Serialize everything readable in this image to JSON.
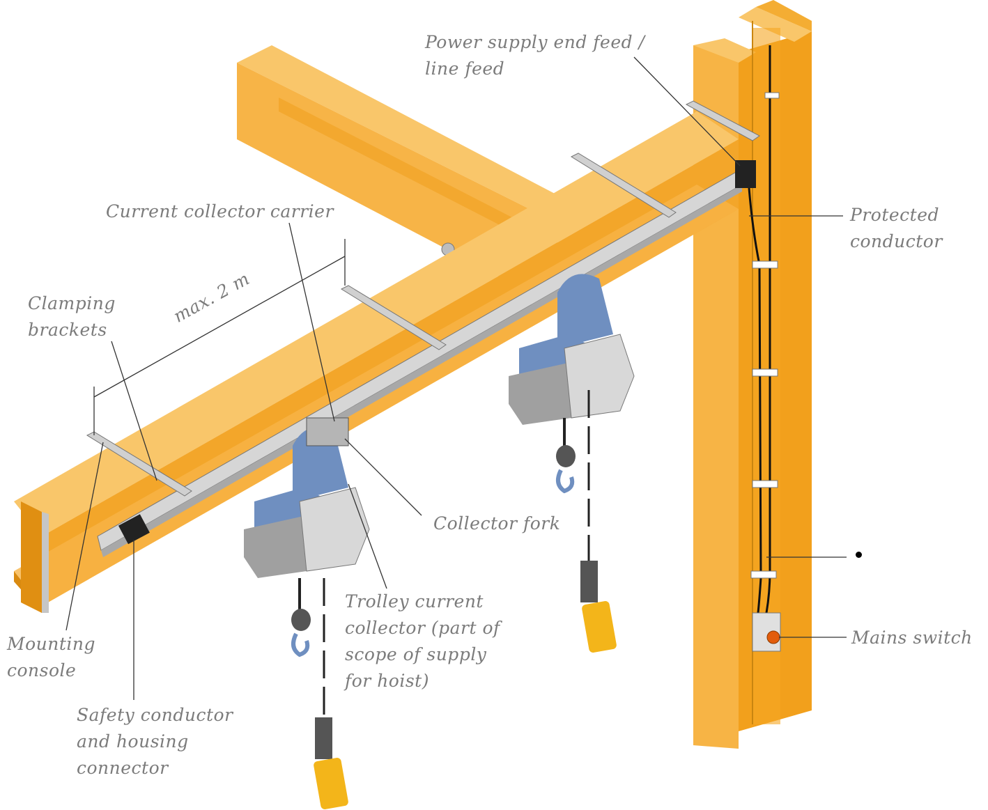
{
  "labels": {
    "power_supply": "Power supply end feed /\nline feed",
    "current_collector_carrier": "Current collector carrier",
    "protected_conductor": "Protected\nconductor",
    "clamping_brackets": "Clamping\nbrackets",
    "max_distance": "max. 2 m",
    "collector_fork": "Collector fork",
    "trolley_collector": "Trolley current\ncollector (part of\nscope of supply\nfor hoist)",
    "mounting_console": "Mounting\nconsole",
    "safety_conductor": "Safety conductor\nand housing\nconnector",
    "mains_switch": "Mains switch"
  },
  "colors": {
    "beam_top": "#f7b347",
    "beam_side": "#f0a020",
    "beam_dark": "#d98a10",
    "rail": "#c9c9c9",
    "hoist_blue": "#6f8fc0",
    "hoist_grey": "#9a9a9a",
    "pendant_yellow": "#f3b51a",
    "leader": "#333333"
  }
}
